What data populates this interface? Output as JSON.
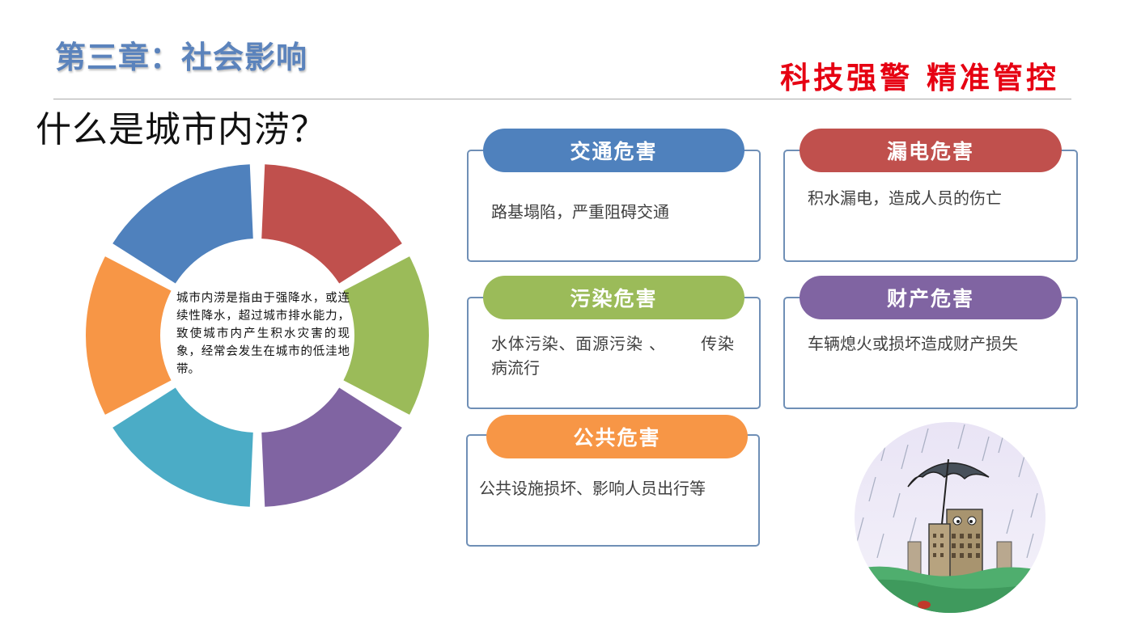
{
  "header": {
    "chapter_title": "第三章：社会影响",
    "slogan": "科技强警 精准管控",
    "question": "什么是城市内涝？"
  },
  "ring": {
    "definition": "城市内涝是指由于强降水，或连续性降水，超过城市排水能力，致使城市内产生积水灾害的现象，经常会发生在城市的低洼地带。",
    "segment_colors": [
      "#c0504d",
      "#9bbb59",
      "#8064a2",
      "#4bacc6",
      "#f79646",
      "#4f81bd"
    ]
  },
  "cards": [
    {
      "title": "交通危害",
      "text": "路基塌陷，严重阻碍交通",
      "color": "#4f81bd"
    },
    {
      "title": "漏电危害",
      "text": "积水漏电，造成人员的伤亡",
      "color": "#c0504d"
    },
    {
      "title": "污染危害",
      "text": "水体污染、面源污染 、      传染病流行",
      "color": "#9bbb59"
    },
    {
      "title": "财产危害",
      "text": "车辆熄火或损坏造成财产损失",
      "color": "#8064a2"
    },
    {
      "title": "公共危害",
      "text": "公共设施损坏、影响人员出行等",
      "color": "#f79646"
    }
  ]
}
